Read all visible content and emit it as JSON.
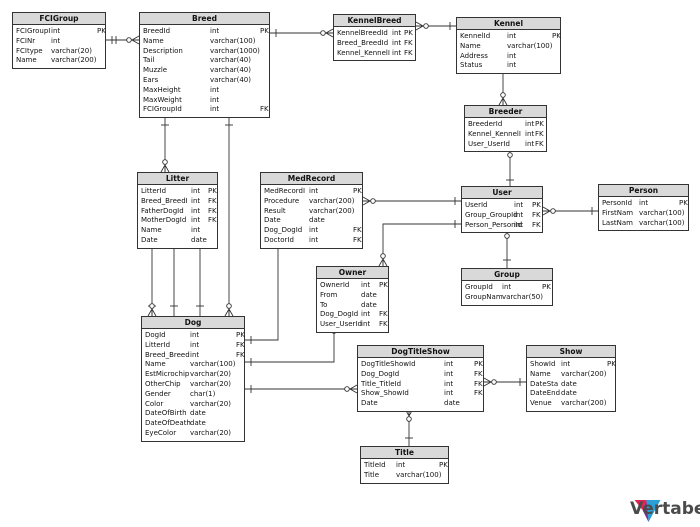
{
  "tables": [
    {
      "id": "fcigroup",
      "title": "FCIGroup",
      "rows": [
        [
          "FCIGroupI",
          "int",
          "PK"
        ],
        [
          "FCINr",
          "int",
          ""
        ],
        [
          "FCItype",
          "varchar(20)",
          ""
        ],
        [
          "Name",
          "varchar(200)",
          ""
        ]
      ]
    },
    {
      "id": "breed",
      "title": "Breed",
      "rows": [
        [
          "BreedId",
          "int",
          "PK"
        ],
        [
          "Name",
          "varchar(100)",
          ""
        ],
        [
          "Description",
          "varchar(1000)",
          ""
        ],
        [
          "Tail",
          "varchar(40)",
          ""
        ],
        [
          "Muzzle",
          "varchar(40)",
          ""
        ],
        [
          "Ears",
          "varchar(40)",
          ""
        ],
        [
          "MaxHeight",
          "int",
          ""
        ],
        [
          "MaxWeight",
          "int",
          ""
        ],
        [
          "FCIGroupId",
          "int",
          "FK"
        ]
      ]
    },
    {
      "id": "kennelbreed",
      "title": "KennelBreed",
      "rows": [
        [
          "KennelBreedId",
          "int",
          "PK"
        ],
        [
          "Breed_BreedId",
          "int",
          "FK"
        ],
        [
          "Kennel_KennelI",
          "int",
          "FK"
        ]
      ]
    },
    {
      "id": "kennel",
      "title": "Kennel",
      "rows": [
        [
          "KennelId",
          "int",
          "PK"
        ],
        [
          "Name",
          "varchar(100)",
          ""
        ],
        [
          "Address",
          "int",
          ""
        ],
        [
          "Status",
          "int",
          ""
        ]
      ]
    },
    {
      "id": "breeder",
      "title": "Breeder",
      "rows": [
        [
          "BreederId",
          "int",
          "PK"
        ],
        [
          "Kennel_KennelI",
          "int",
          "FK"
        ],
        [
          "User_UserId",
          "int",
          "FK"
        ]
      ]
    },
    {
      "id": "litter",
      "title": "Litter",
      "rows": [
        [
          "LitterId",
          "int",
          "PK"
        ],
        [
          "Breed_BreedI",
          "int",
          "FK"
        ],
        [
          "FatherDogId",
          "int",
          "FK"
        ],
        [
          "MotherDogId",
          "int",
          "FK"
        ],
        [
          "Name",
          "int",
          ""
        ],
        [
          "Date",
          "date",
          ""
        ]
      ]
    },
    {
      "id": "medrecord",
      "title": "MedRecord",
      "rows": [
        [
          "MedRecordI",
          "int",
          "PK"
        ],
        [
          "Procedure",
          "varchar(200)",
          ""
        ],
        [
          "Result",
          "varchar(200)",
          ""
        ],
        [
          "Date",
          "date",
          ""
        ],
        [
          "Dog_DogId",
          "int",
          "FK"
        ],
        [
          "DoctorId",
          "int",
          "FK"
        ]
      ]
    },
    {
      "id": "user",
      "title": "User",
      "rows": [
        [
          "UserId",
          "int",
          "PK"
        ],
        [
          "Group_GroupId",
          "int",
          "FK"
        ],
        [
          "Person_PersonId",
          "int",
          "FK"
        ]
      ]
    },
    {
      "id": "person",
      "title": "Person",
      "rows": [
        [
          "PersonId",
          "int",
          "PK"
        ],
        [
          "FirstNam",
          "varchar(100)",
          ""
        ],
        [
          "LastNam",
          "varchar(100)",
          ""
        ]
      ]
    },
    {
      "id": "owner",
      "title": "Owner",
      "rows": [
        [
          "OwnerId",
          "int",
          "PK"
        ],
        [
          "From",
          "date",
          ""
        ],
        [
          "To",
          "date",
          ""
        ],
        [
          "Dog_DogId",
          "int",
          "FK"
        ],
        [
          "User_UserId",
          "int",
          "FK"
        ]
      ]
    },
    {
      "id": "group",
      "title": "Group",
      "rows": [
        [
          "GroupId",
          "int",
          "PK"
        ],
        [
          "GroupNam",
          "varchar(50)",
          ""
        ]
      ]
    },
    {
      "id": "dog",
      "title": "Dog",
      "rows": [
        [
          "DogId",
          "int",
          "PK"
        ],
        [
          "LitterId",
          "int",
          "FK"
        ],
        [
          "Breed_Breed",
          "int",
          "FK"
        ],
        [
          "Name",
          "varchar(100)",
          ""
        ],
        [
          "EstMicrochip",
          "varchar(20)",
          ""
        ],
        [
          "OtherChip",
          "varchar(20)",
          ""
        ],
        [
          "Gender",
          "char(1)",
          ""
        ],
        [
          "Color",
          "varchar(20)",
          ""
        ],
        [
          "DateOfBirth",
          "date",
          ""
        ],
        [
          "DateOfDeath",
          "date",
          ""
        ],
        [
          "EyeColor",
          "varchar(20)",
          ""
        ]
      ]
    },
    {
      "id": "dogtitleshow",
      "title": "DogTitleShow",
      "rows": [
        [
          "DogTitleShowId",
          "int",
          "PK"
        ],
        [
          "Dog_DogId",
          "int",
          "FK"
        ],
        [
          "Title_TitleId",
          "int",
          "FK"
        ],
        [
          "Show_ShowId",
          "int",
          "FK"
        ],
        [
          "Date",
          "date",
          ""
        ]
      ]
    },
    {
      "id": "show",
      "title": "Show",
      "rows": [
        [
          "ShowId",
          "int",
          "PK"
        ],
        [
          "Name",
          "varchar(200)",
          ""
        ],
        [
          "DateSta",
          "date",
          ""
        ],
        [
          "DateEnd",
          "date",
          ""
        ],
        [
          "Venue",
          "varchar(200)",
          ""
        ]
      ]
    },
    {
      "id": "title",
      "title": "Title",
      "rows": [
        [
          "TitleId",
          "int",
          "PK"
        ],
        [
          "Title",
          "varchar(100)",
          ""
        ]
      ]
    }
  ],
  "logo": {
    "text": "Vertabelo",
    "colors": [
      "#e2234f",
      "#7b2f8f",
      "#2a9fd8"
    ]
  }
}
